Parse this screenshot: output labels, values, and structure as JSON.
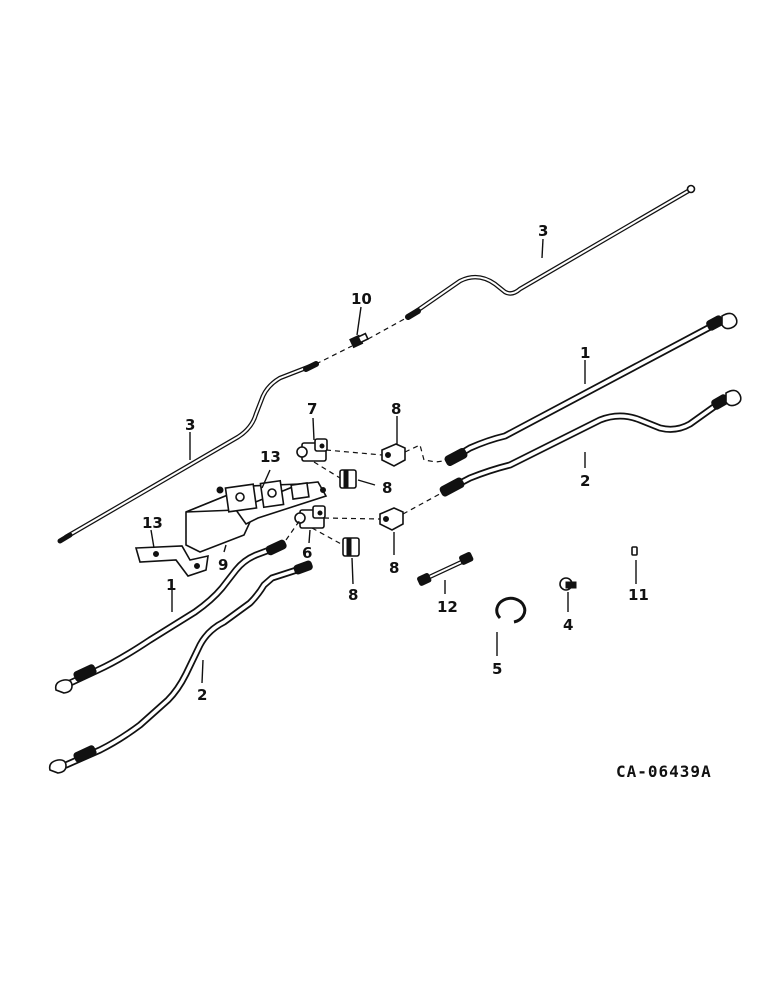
{
  "drawing_code": "CA-06439A",
  "callouts": [
    {
      "id": "c3a",
      "text": "3"
    },
    {
      "id": "c3b",
      "text": "3"
    },
    {
      "id": "c10",
      "text": "10"
    },
    {
      "id": "c1a",
      "text": "1"
    },
    {
      "id": "c1b",
      "text": "1"
    },
    {
      "id": "c2a",
      "text": "2"
    },
    {
      "id": "c2b",
      "text": "2"
    },
    {
      "id": "c7",
      "text": "7"
    },
    {
      "id": "c8a",
      "text": "8"
    },
    {
      "id": "c8b",
      "text": "8"
    },
    {
      "id": "c8c",
      "text": "8"
    },
    {
      "id": "c8d",
      "text": "8"
    },
    {
      "id": "c13a",
      "text": "13"
    },
    {
      "id": "c13b",
      "text": "13"
    },
    {
      "id": "c9",
      "text": "9"
    },
    {
      "id": "c6",
      "text": "6"
    },
    {
      "id": "c12",
      "text": "12"
    },
    {
      "id": "c4",
      "text": "4"
    },
    {
      "id": "c11",
      "text": "11"
    },
    {
      "id": "c5",
      "text": "5"
    }
  ]
}
